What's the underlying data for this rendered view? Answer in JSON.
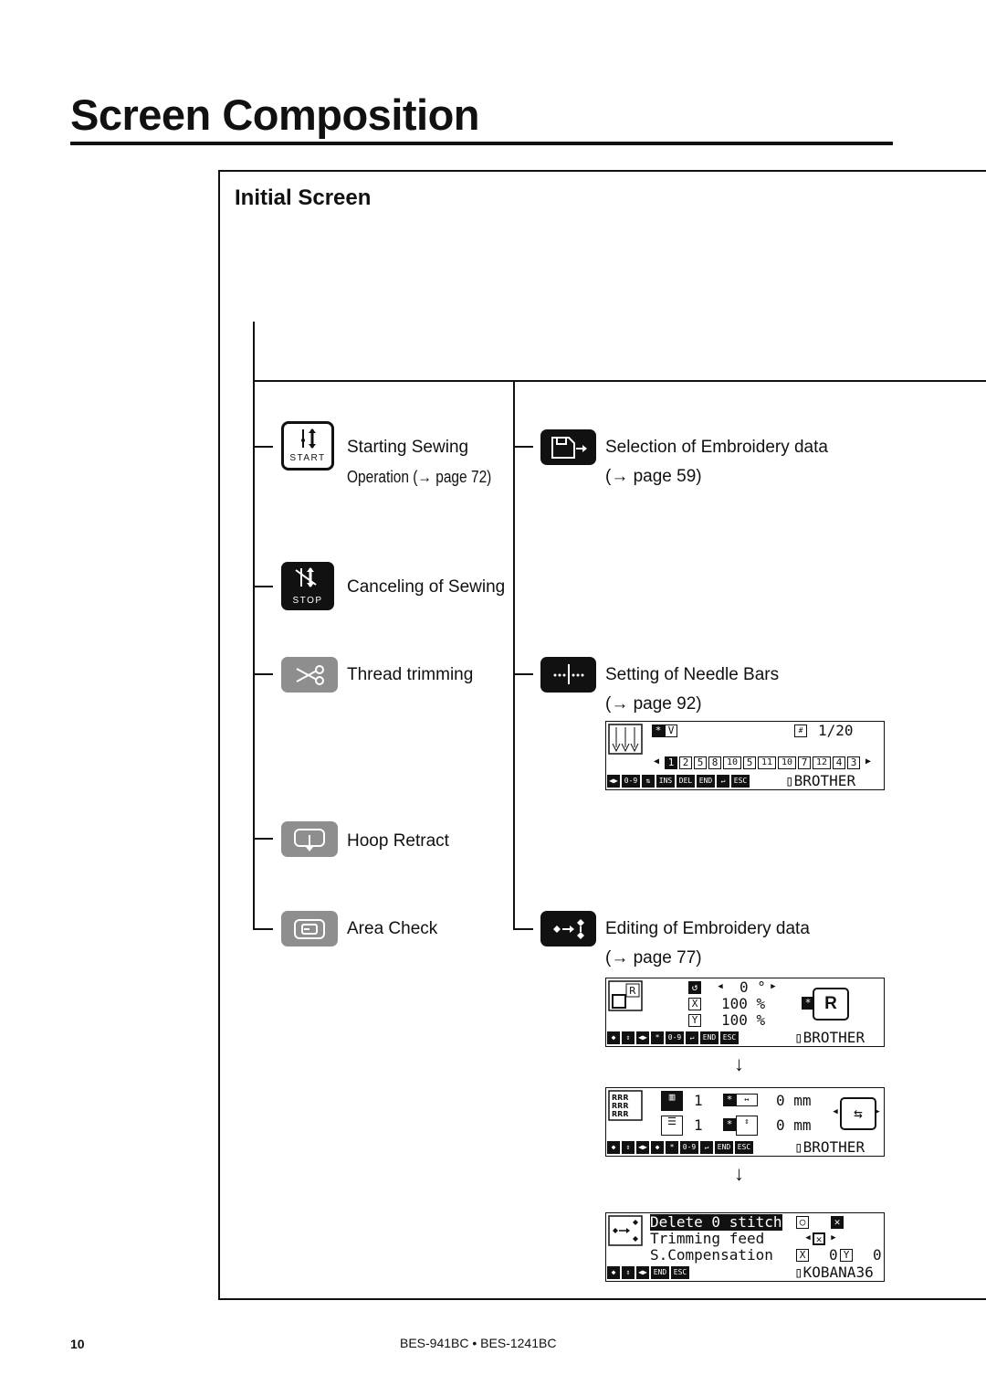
{
  "page_title": "Screen Composition",
  "section_title": "Initial Screen",
  "left_items": [
    {
      "label": "Starting Sewing",
      "sub": "Operation (→ page 72)",
      "key_text": "START",
      "icon": "start-key-icon"
    },
    {
      "label": "Canceling of Sewing",
      "key_text": "STOP",
      "icon": "stop-key-icon"
    },
    {
      "label": "Thread trimming",
      "icon": "scissors-icon"
    },
    {
      "label": "Hoop Retract",
      "icon": "hoop-retract-icon"
    },
    {
      "label": "Area Check",
      "icon": "area-check-icon"
    }
  ],
  "right_items": [
    {
      "label": "Selection of Embroidery data",
      "sub": "(→ page 59)",
      "icon": "floppy-disk-icon"
    },
    {
      "label": "Setting of Needle Bars",
      "sub": "(→ page 92)",
      "icon": "needle-bar-icon"
    },
    {
      "label": "Editing of Embroidery data",
      "sub": "(→ page 77)",
      "icon": "edit-data-icon"
    }
  ],
  "needle_screen": {
    "count": "1/20",
    "sequence": [
      "1",
      "2",
      "5",
      "8",
      "10",
      "5",
      "11",
      "10",
      "7",
      "12",
      "4",
      "3"
    ],
    "bar_keys": [
      "0-9",
      "INS",
      "DEL",
      "END",
      "ESC"
    ],
    "design_name": "BROTHER"
  },
  "edit_screen_1": {
    "angle": "0 °",
    "scale_x": "100 %",
    "scale_y": "100 %",
    "badge": "R",
    "bar_keys": [
      "0-9",
      "END",
      "ESC"
    ],
    "design_name": "BROTHER"
  },
  "edit_screen_2": {
    "repeat_1": "1",
    "repeat_2": "1",
    "offset_x": "0 mm",
    "offset_y": "0 mm",
    "bar_keys": [
      "0-9",
      "END",
      "ESC"
    ],
    "design_name": "BROTHER"
  },
  "edit_screen_3": {
    "line1": "Delete 0 stitch",
    "line2": "Trimming feed",
    "line3": "S.Compensation",
    "comp_x": "0",
    "comp_y": "0",
    "bar_keys": [
      "END",
      "ESC"
    ],
    "design_name": "KOBANA36"
  },
  "flow_arrow": "↓",
  "footer": {
    "page_number": "10",
    "model": "BES-941BC • BES-1241BC"
  }
}
